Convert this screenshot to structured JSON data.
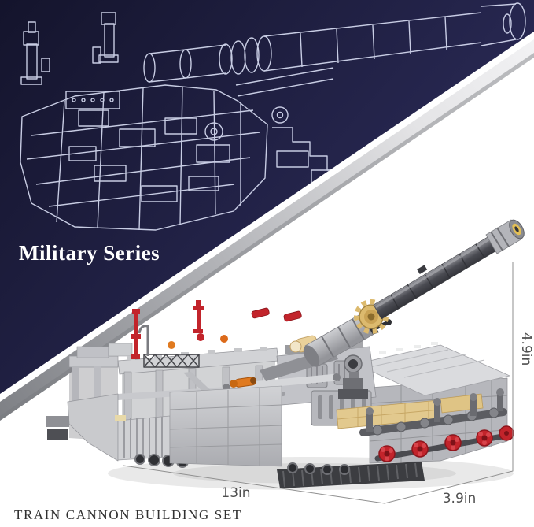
{
  "hero": {
    "series_label": "Military Series",
    "product_title": "TRAIN CANNON BUILDING SET"
  },
  "dimensions": {
    "length_label": "13in",
    "depth_label": "3.9in",
    "height_label": "4.9in"
  },
  "colors": {
    "navy_dark": "#14142c",
    "navy_light": "#2b2b58",
    "blueprint_line": "#d7dcf2",
    "band_light": "#f2f2f4",
    "band_mid": "#b7b8bc",
    "band_dark": "#7e8085",
    "accent_red": "#c2242b",
    "accent_orange": "#e07a20",
    "accent_tan": "#e2c98e",
    "text_dark": "#303030",
    "dim_line": "#8f8f8f",
    "dim_text": "#4f4f4f",
    "page_bg": "#ffffff"
  }
}
